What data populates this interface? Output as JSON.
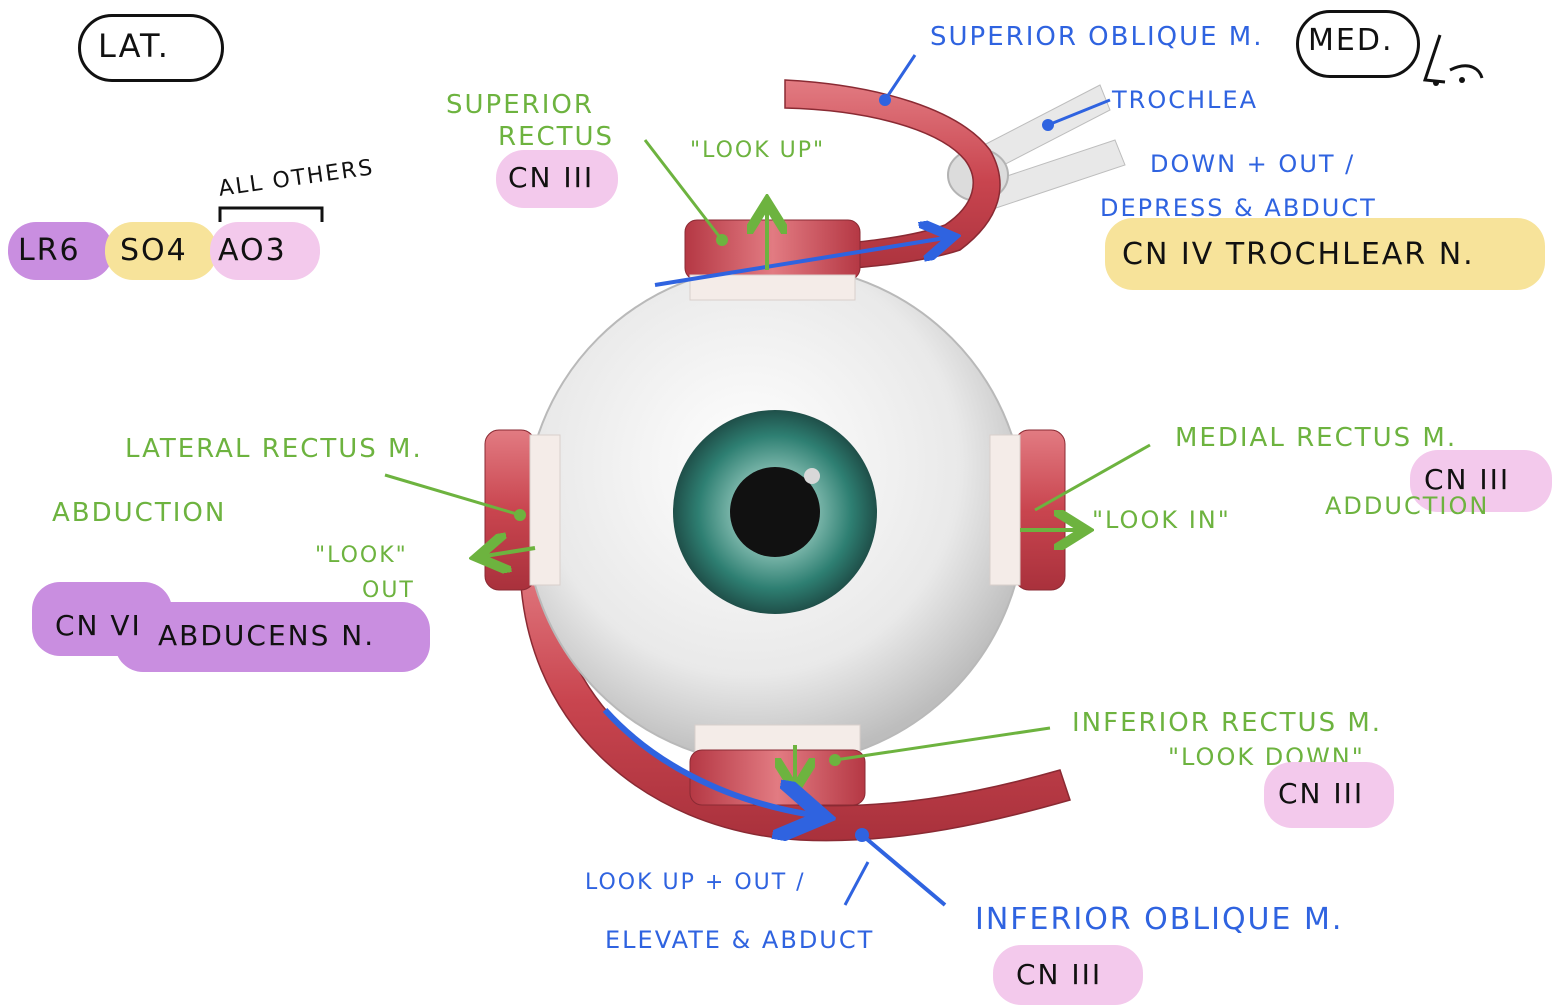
{
  "orientation": {
    "lateral": "LAT.",
    "medial": "MED."
  },
  "mnemonic": {
    "note": "ALL OTHERS",
    "part1": "LR6",
    "part2": "SO4",
    "part3": "AO3"
  },
  "superior_rectus": {
    "name_line1": "SUPERIOR",
    "name_line2": "RECTUS",
    "nerve": "CN III",
    "action": "\"LOOK UP\""
  },
  "superior_oblique": {
    "name": "SUPERIOR OBLIQUE M.",
    "trochlea": "TROCHLEA",
    "action_line1": "DOWN + OUT /",
    "action_line2": "DEPRESS & ABDUCT",
    "nerve": "CN IV TROCHLEAR N."
  },
  "lateral_rectus": {
    "name": "LATERAL RECTUS M.",
    "action": "ABDUCTION",
    "action_quote_line1": "\"LOOK\"",
    "action_quote_line2": "OUT",
    "nerve_part1": "CN VI",
    "nerve_part2": "ABDUCENS N."
  },
  "medial_rectus": {
    "name": "MEDIAL RECTUS M.",
    "nerve": "CN III",
    "action_quote": "\"LOOK IN\"",
    "action": "ADDUCTION"
  },
  "inferior_rectus": {
    "name": "INFERIOR RECTUS M.",
    "action": "\"LOOK DOWN\"",
    "nerve": "CN III"
  },
  "inferior_oblique": {
    "name": "INFERIOR OBLIQUE M.",
    "action_line1": "LOOK UP + OUT /",
    "action_line2": "ELEVATE & ABDUCT",
    "nerve": "CN III"
  },
  "colors": {
    "green_label": "#6db33f",
    "blue_label": "#2f63e0",
    "muscle": "#c9454f",
    "tendon": "#f4ece8",
    "iris": "#2e7f72",
    "highlight_pink": "#f3c9ec",
    "highlight_yellow": "#f7e39a",
    "highlight_purple": "#c98ee0"
  }
}
